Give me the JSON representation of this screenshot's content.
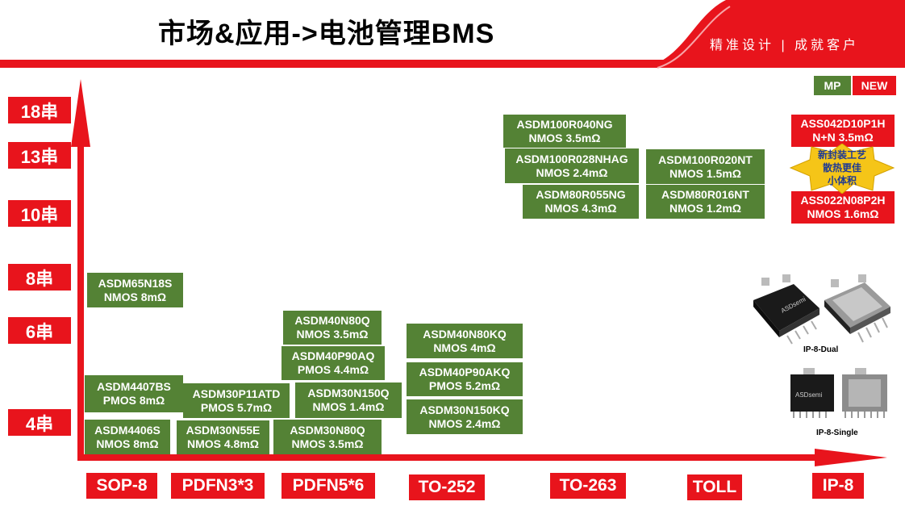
{
  "header": {
    "title": "市场&应用->电池管理BMS",
    "slogan": "精准设计 | 成就客户"
  },
  "legend": {
    "mp": "MP",
    "new": "NEW"
  },
  "y_axis": [
    {
      "label": "18串"
    },
    {
      "label": "13串"
    },
    {
      "label": "10串"
    },
    {
      "label": "8串"
    },
    {
      "label": "6串"
    },
    {
      "label": "4串"
    }
  ],
  "x_axis": [
    {
      "label": "SOP-8"
    },
    {
      "label": "PDFN3*3"
    },
    {
      "label": "PDFN5*6"
    },
    {
      "label": "TO-252"
    },
    {
      "label": "TO-263"
    },
    {
      "label": "TOLL"
    },
    {
      "label": "IP-8"
    }
  ],
  "products": [
    {
      "name": "ASDM65N18S",
      "spec": "NMOS 8mΩ",
      "status": "MP"
    },
    {
      "name": "ASDM4407BS",
      "spec": "PMOS 8mΩ",
      "status": "MP"
    },
    {
      "name": "ASDM4406S",
      "spec": "NMOS 8mΩ",
      "status": "MP"
    },
    {
      "name": "ASDM30P11ATD",
      "spec": "PMOS 5.7mΩ",
      "status": "MP"
    },
    {
      "name": "ASDM30N55E",
      "spec": "NMOS 4.8mΩ",
      "status": "MP"
    },
    {
      "name": "ASDM40N80Q",
      "spec": "NMOS 3.5mΩ",
      "status": "MP"
    },
    {
      "name": "ASDM40P90AQ",
      "spec": "PMOS 4.4mΩ",
      "status": "MP"
    },
    {
      "name": "ASDM30N150Q",
      "spec": "NMOS 1.4mΩ",
      "status": "MP"
    },
    {
      "name": "ASDM30N80Q",
      "spec": "NMOS 3.5mΩ",
      "status": "MP"
    },
    {
      "name": "ASDM40N80KQ",
      "spec": "NMOS 4mΩ",
      "status": "MP"
    },
    {
      "name": "ASDM40P90AKQ",
      "spec": "PMOS 5.2mΩ",
      "status": "MP"
    },
    {
      "name": "ASDM30N150KQ",
      "spec": "NMOS 2.4mΩ",
      "status": "MP"
    },
    {
      "name": "ASDM100R040NG",
      "spec": "NMOS 3.5mΩ",
      "status": "MP"
    },
    {
      "name": "ASDM100R028NHAG",
      "spec": "NMOS 2.4mΩ",
      "status": "MP"
    },
    {
      "name": "ASDM80R055NG",
      "spec": "NMOS 4.3mΩ",
      "status": "MP"
    },
    {
      "name": "ASDM100R020NT",
      "spec": "NMOS 1.5mΩ",
      "status": "MP"
    },
    {
      "name": "ASDM80R016NT",
      "spec": "NMOS 1.2mΩ",
      "status": "MP"
    },
    {
      "name": "ASS042D10P1H",
      "spec": "N+N 3.5mΩ",
      "status": "NEW"
    },
    {
      "name": "ASS022N08P2H",
      "spec": "NMOS 1.6mΩ",
      "status": "NEW"
    }
  ],
  "callout": {
    "line1": "新封装工艺",
    "line2": "散热更佳",
    "line3": "小体积"
  },
  "packages": {
    "dual_label": "IP-8-Dual",
    "single_label": "IP-8-Single",
    "brand": "ASDsemi"
  },
  "colors": {
    "red": "#e8141c",
    "green": "#548235",
    "yellow": "#f5c518"
  }
}
